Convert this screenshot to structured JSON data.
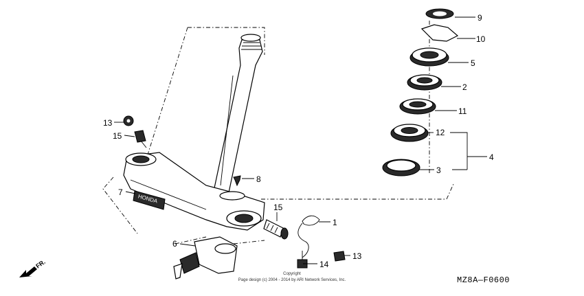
{
  "callouts": {
    "p1": "1",
    "p2": "2",
    "p3": "3",
    "p4": "4",
    "p5": "5",
    "p6": "6",
    "p7": "7",
    "p8": "8",
    "p9": "9",
    "p10": "10",
    "p11": "11",
    "p12": "12",
    "p13_left": "13",
    "p13_right": "13",
    "p14": "14",
    "p15_left": "15",
    "p15_right": "15"
  },
  "diagram_code": "MZ8A—F0600",
  "copyright_line1": "Copyright",
  "copyright_line2": "Page design (c) 2004 - 2014 by ARI Network Services, Inc.",
  "direction_label": "FR.",
  "emblem_text": "HONDA"
}
